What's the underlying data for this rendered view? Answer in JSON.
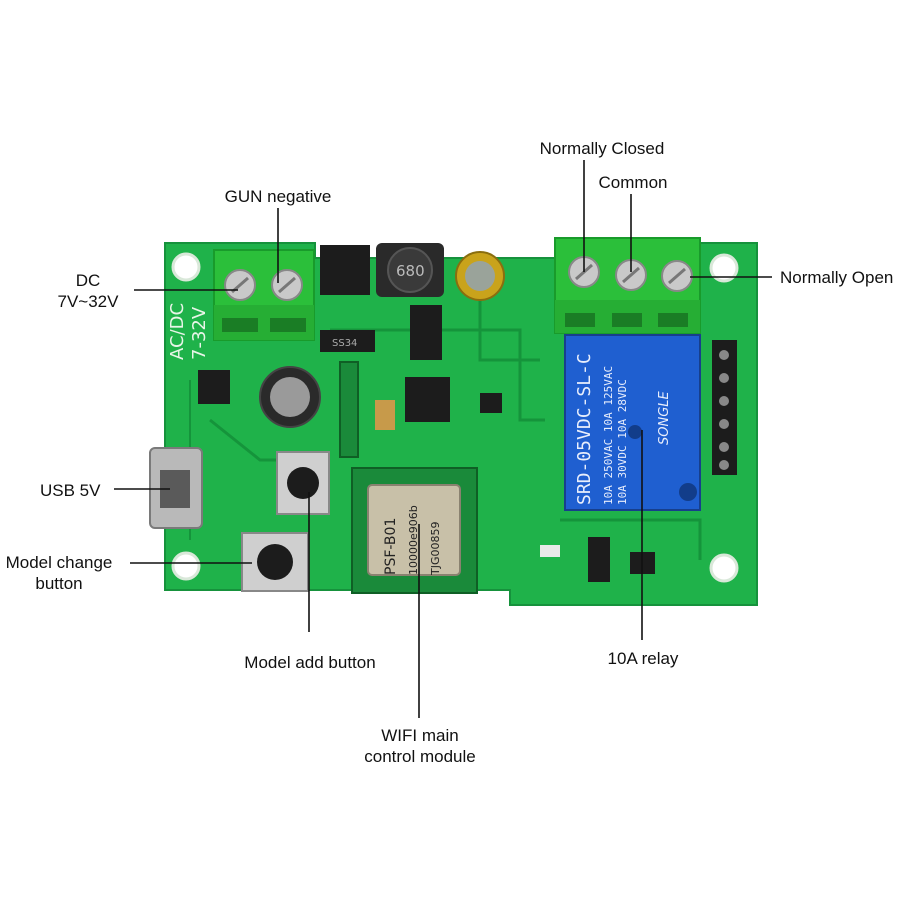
{
  "labels": {
    "normally_closed": "Normally Closed",
    "common": "Common",
    "normally_open": "Normally Open",
    "gun_negative": "GUN negative",
    "dc_line1": "DC",
    "dc_line2": "7V~32V",
    "usb": "USB 5V",
    "model_change_line1": "Model change",
    "model_change_line2": "button",
    "model_add": "Model add button",
    "wifi_line1": "WIFI main",
    "wifi_line2": "control module",
    "relay": "10A relay"
  },
  "board": {
    "silk_ac_dc": "AC/DC",
    "silk_voltage": "7-32V",
    "inductor_code": "680",
    "diode_code": "SS34",
    "module_line1": "PSF-B01",
    "module_line2": "10000e906b",
    "module_line3": "TJG00859",
    "relay_brand": "SONGLE",
    "relay_model": "SRD-05VDC-SL-C",
    "relay_rating1": "10A 250VAC 10A 125VAC",
    "relay_rating2": "10A 30VDC 10A 28VDC"
  },
  "colors": {
    "pcb": "#1fb24a",
    "pcb_dark": "#14913a",
    "terminal": "#2bbf3a",
    "relay": "#1f5fd0",
    "text": "#111111"
  }
}
